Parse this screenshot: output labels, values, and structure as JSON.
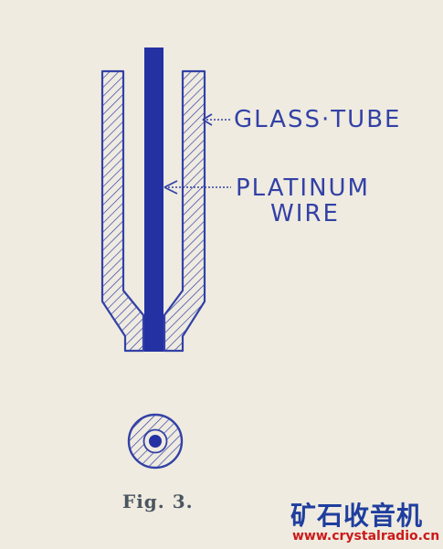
{
  "figure": {
    "labels": {
      "glass_tube": "GLASS·TUBE",
      "platinum_wire_line1": "PLATINUM",
      "platinum_wire_line2": "WIRE"
    },
    "caption": "Fig. 3."
  },
  "watermark": {
    "name_cn": "矿石收音机",
    "url": "www.crystalradio.cn"
  },
  "colors": {
    "background": "#efebe0",
    "ink_blue": "#3341a6",
    "wire_blue": "#2431a3",
    "caption_gray": "#4a5560",
    "watermark_blue": "#1f3e9e",
    "watermark_red": "#cc1a1a"
  }
}
